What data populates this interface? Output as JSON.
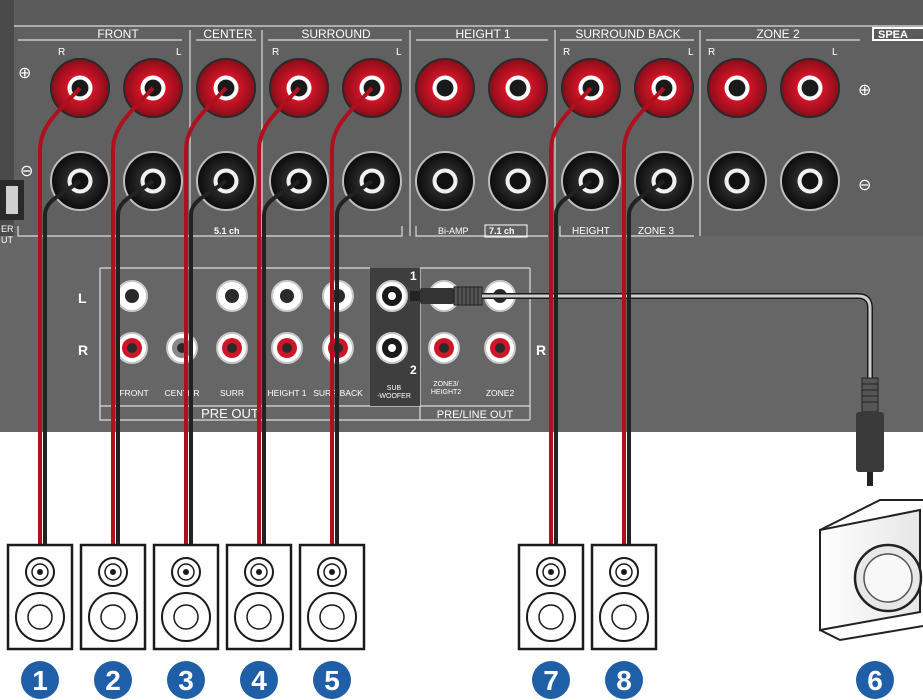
{
  "panel": {
    "speaker_header": "SPEA",
    "plus_sign": "⊕",
    "minus_sign": "⊖",
    "groups": [
      {
        "label": "FRONT"
      },
      {
        "label": "CENTER"
      },
      {
        "label": "SURROUND"
      },
      {
        "label": "HEIGHT 1"
      },
      {
        "label": "SURROUND BACK"
      },
      {
        "label": "ZONE 2"
      }
    ],
    "rl": {
      "r": "R",
      "l": "L"
    },
    "sub_labels": {
      "ch51": "5.1 ch",
      "biamp": "Bi-AMP",
      "ch71": "7.1 ch",
      "height": "HEIGHT",
      "zone3": "ZONE 3"
    },
    "side_fragment": [
      "ER",
      "UT"
    ]
  },
  "preout": {
    "row_l": "L",
    "row_r": "R",
    "labels": {
      "front": "FRONT",
      "center": "CENTER",
      "surr": "SURR",
      "height1": "HEIGHT 1",
      "surrback": "SURR BACK",
      "subwoofer": "SUB\n-WOOFER",
      "zone3h2": "ZONE3/\nHEIGHT2",
      "zone2": "ZONE2"
    },
    "pre_out": "PRE OUT",
    "pre_line_out": "PRE/LINE OUT",
    "sub_num_1": "1",
    "sub_num_2": "2"
  },
  "speakers": [
    {
      "number": "1"
    },
    {
      "number": "2"
    },
    {
      "number": "3"
    },
    {
      "number": "4"
    },
    {
      "number": "5"
    },
    {
      "number": "7"
    },
    {
      "number": "8"
    }
  ],
  "subwoofer": {
    "number": "6"
  },
  "colors": {
    "panel": "#5a5a5a",
    "panel_dark": "#3c3c3c",
    "red_terminal": "#c8102e",
    "badge": "#1f5fa8",
    "cable_red": "#b0101e"
  }
}
